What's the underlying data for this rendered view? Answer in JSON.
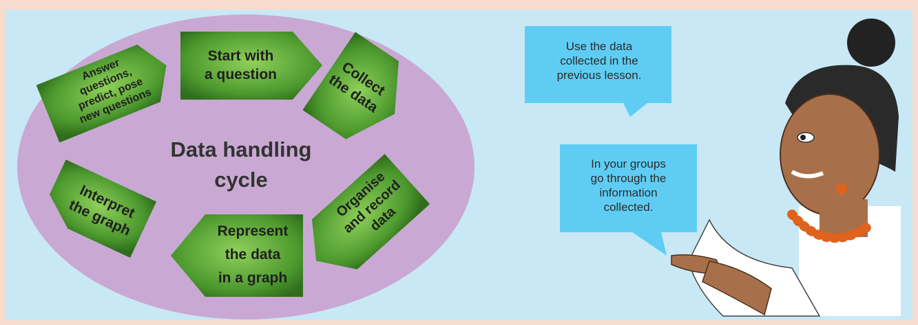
{
  "cycle": {
    "title_line1": "Data handling",
    "title_line2": "cycle",
    "steps": [
      {
        "lines": [
          "Start with",
          "a question"
        ]
      },
      {
        "lines": [
          "Collect",
          "the data"
        ]
      },
      {
        "lines": [
          "Organise",
          "and record",
          "data"
        ]
      },
      {
        "lines": [
          "Represent",
          "the data",
          "in a graph"
        ]
      },
      {
        "lines": [
          "Interpret",
          "the graph"
        ]
      },
      {
        "lines": [
          "Answer",
          "questions,",
          "predict, pose",
          "new questions"
        ]
      }
    ]
  },
  "speech": {
    "bubble1": [
      "Use the data",
      "collected in the",
      "previous lesson."
    ],
    "bubble2": [
      "In your groups",
      "go through the",
      "information",
      "collected."
    ]
  },
  "colors": {
    "background": "#c8e8f5",
    "ellipse": "#c9a9d3",
    "arrow_green": "#4e9a2f",
    "bubble_blue": "#5fcdf3"
  }
}
